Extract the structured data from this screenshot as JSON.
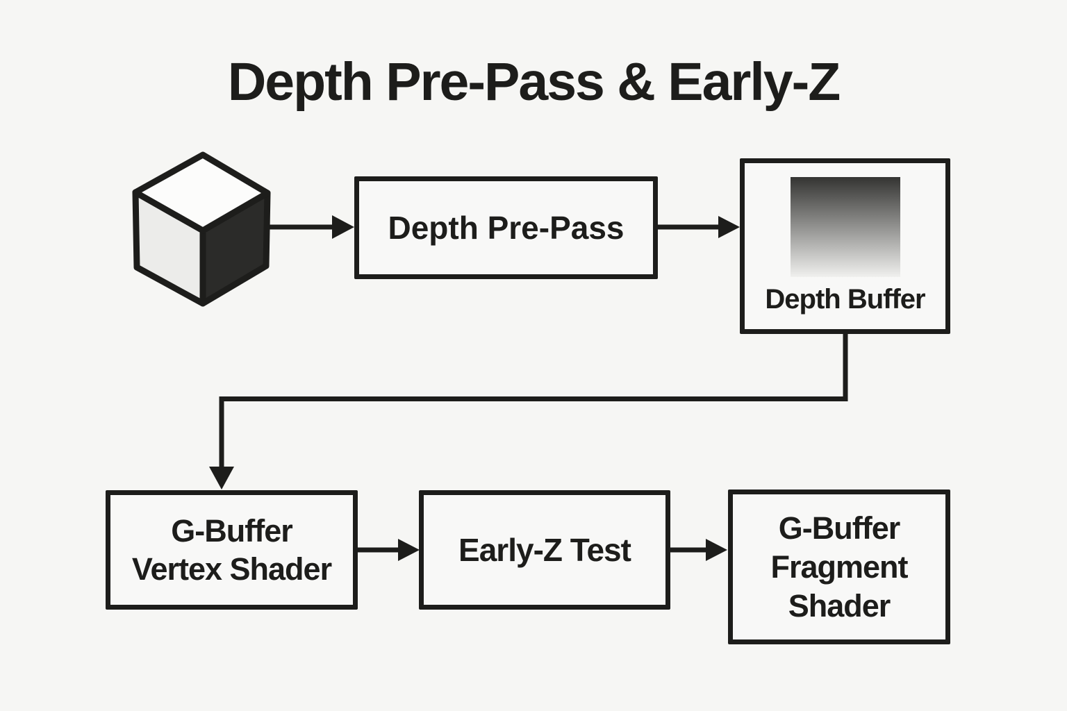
{
  "title": "Depth Pre-Pass & Early-Z",
  "colors": {
    "ink": "#1d1d1b",
    "background": "#f6f6f4",
    "box_background": "#f8f8f7",
    "cube_top_face": "#fcfcfb",
    "cube_left_face": "#ececea",
    "cube_right_face": "#2b2b29",
    "gradient_top": "#343432",
    "gradient_bottom": "#f0f0ee"
  },
  "nodes": {
    "scene_cube": {
      "icon": "cube-icon"
    },
    "depth_pre_pass": {
      "label": "Depth Pre-Pass"
    },
    "depth_buffer": {
      "label": "Depth Buffer",
      "thumbnail": "depth-gradient-thumbnail"
    },
    "g_buffer_vertex_shader": {
      "line1": "G-Buffer",
      "line2": "Vertex Shader"
    },
    "early_z_test": {
      "label": "Early-Z Test"
    },
    "g_buffer_fragment_shader": {
      "line1": "G-Buffer",
      "line2": "Fragment",
      "line3": "Shader"
    }
  },
  "edges": [
    {
      "from": "scene_cube",
      "to": "depth_pre_pass"
    },
    {
      "from": "depth_pre_pass",
      "to": "depth_buffer"
    },
    {
      "from": "depth_buffer",
      "to": "g_buffer_vertex_shader"
    },
    {
      "from": "g_buffer_vertex_shader",
      "to": "early_z_test"
    },
    {
      "from": "early_z_test",
      "to": "g_buffer_fragment_shader"
    }
  ]
}
